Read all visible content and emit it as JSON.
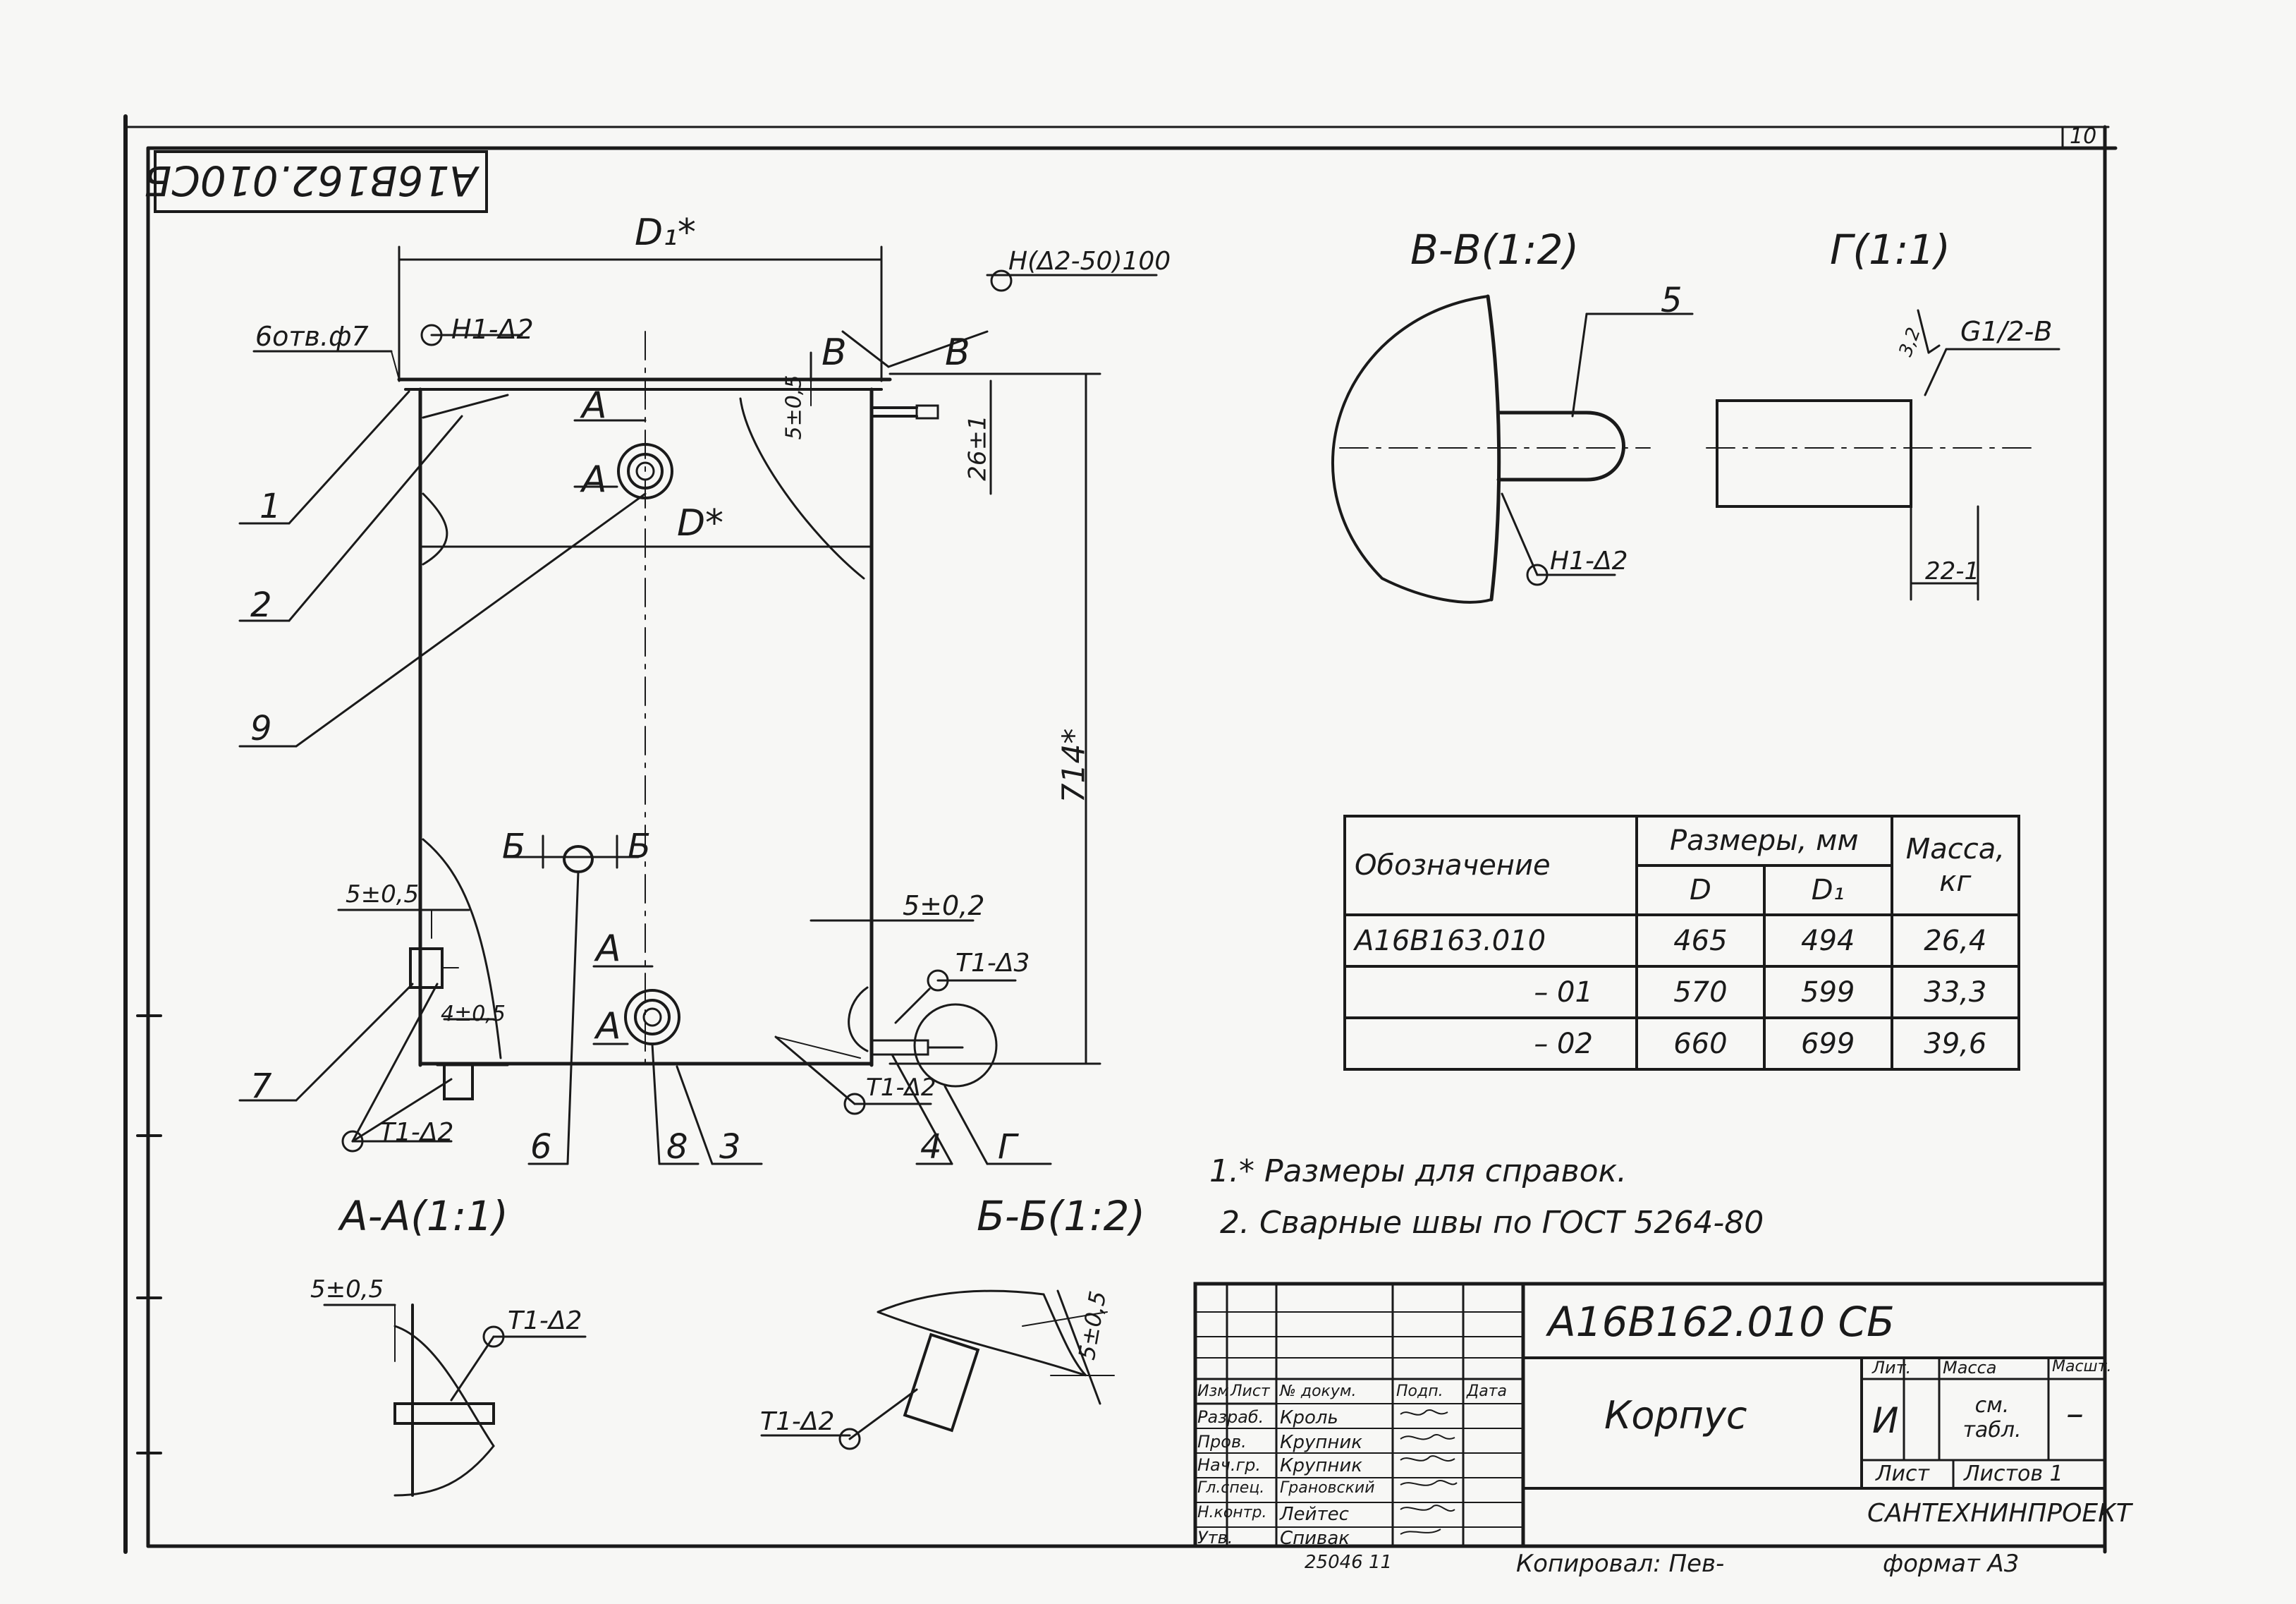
{
  "sheet": {
    "page_number": "10",
    "rotated_code": "А16В162.010СБ",
    "format": "формат А3",
    "copied_by": "Копировал: Пев-",
    "inventory": "25046 11"
  },
  "views": {
    "bb": "В-В(1:2)",
    "g": "Г(1:1)",
    "aa": "А-А(1:1)",
    "bbb": "Б-Б(1:2)"
  },
  "dims": {
    "d1": "D₁*",
    "d": "D*",
    "holes": "6отв.ф7",
    "h1d2_top": "Н1-Δ2",
    "h_d2_50": "Н(Δ2-50)100",
    "v_left": "В",
    "v_right": "В",
    "a_top": "А",
    "a_top2": "А",
    "a_bot": "А",
    "a_bot2": "А",
    "b_left": "Б",
    "b_right": "Б",
    "d5_05_top": "5±0,5",
    "d26": "26±1",
    "d714": "714*",
    "d5_05_left": "5±0,5",
    "d4_05": "4±0,5",
    "d5_02": "5±0,2",
    "t1d3": "Т1-Δ3",
    "t1d2_right": "Т1-Δ2",
    "t1d2_left": "Т1-Δ2",
    "h1d2_bb": "Н1-Δ2",
    "g12b": "G1/2-В",
    "rough": "3,2",
    "d22": "22-1",
    "aa_5": "5±0,5",
    "aa_t1d2": "Т1-Δ2",
    "bbb_5": "5±0,5",
    "bbb_t1d2": "Т1-Δ2"
  },
  "callouts": [
    "1",
    "2",
    "9",
    "7",
    "6",
    "8",
    "3",
    "4",
    "Г",
    "5"
  ],
  "spec_table": {
    "h_designation": "Обозначение",
    "h_sizes": "Размеры, мм",
    "h_d": "D",
    "h_d1": "D₁",
    "h_mass": "Масса, кг",
    "rows": [
      {
        "code": "А16В163.010",
        "d": "465",
        "d1": "494",
        "mass": "26,4"
      },
      {
        "code": "– 01",
        "d": "570",
        "d1": "599",
        "mass": "33,3"
      },
      {
        "code": "– 02",
        "d": "660",
        "d1": "699",
        "mass": "39,6"
      }
    ]
  },
  "notes": [
    "1.* Размеры для справок.",
    "2. Сварные швы по ГОСТ 5264-80"
  ],
  "title_block": {
    "code": "А16В162.010 СБ",
    "name": "Корпус",
    "org": "САНТЕХНИНПРОЕКТ",
    "lit_label": "Лит.",
    "mass_label": "Масса",
    "scale_label": "Масшт.",
    "lit": "И",
    "mass": "см. табл.",
    "scale": "–",
    "sheet_label": "Лист",
    "sheets_label": "Листов 1",
    "cols": [
      "Изм",
      "Лист",
      "№ докум.",
      "Подп.",
      "Дата"
    ],
    "roles": [
      {
        "role": "Разраб.",
        "name": "Кроль"
      },
      {
        "role": "Пров.",
        "name": "Крупник"
      },
      {
        "role": "Нач.гр.",
        "name": "Крупник"
      },
      {
        "role": "Гл.спец.",
        "name": "Грановский"
      },
      {
        "role": "Н.контр.",
        "name": "Лейтес"
      },
      {
        "role": "Утв.",
        "name": "Спивак"
      }
    ]
  }
}
